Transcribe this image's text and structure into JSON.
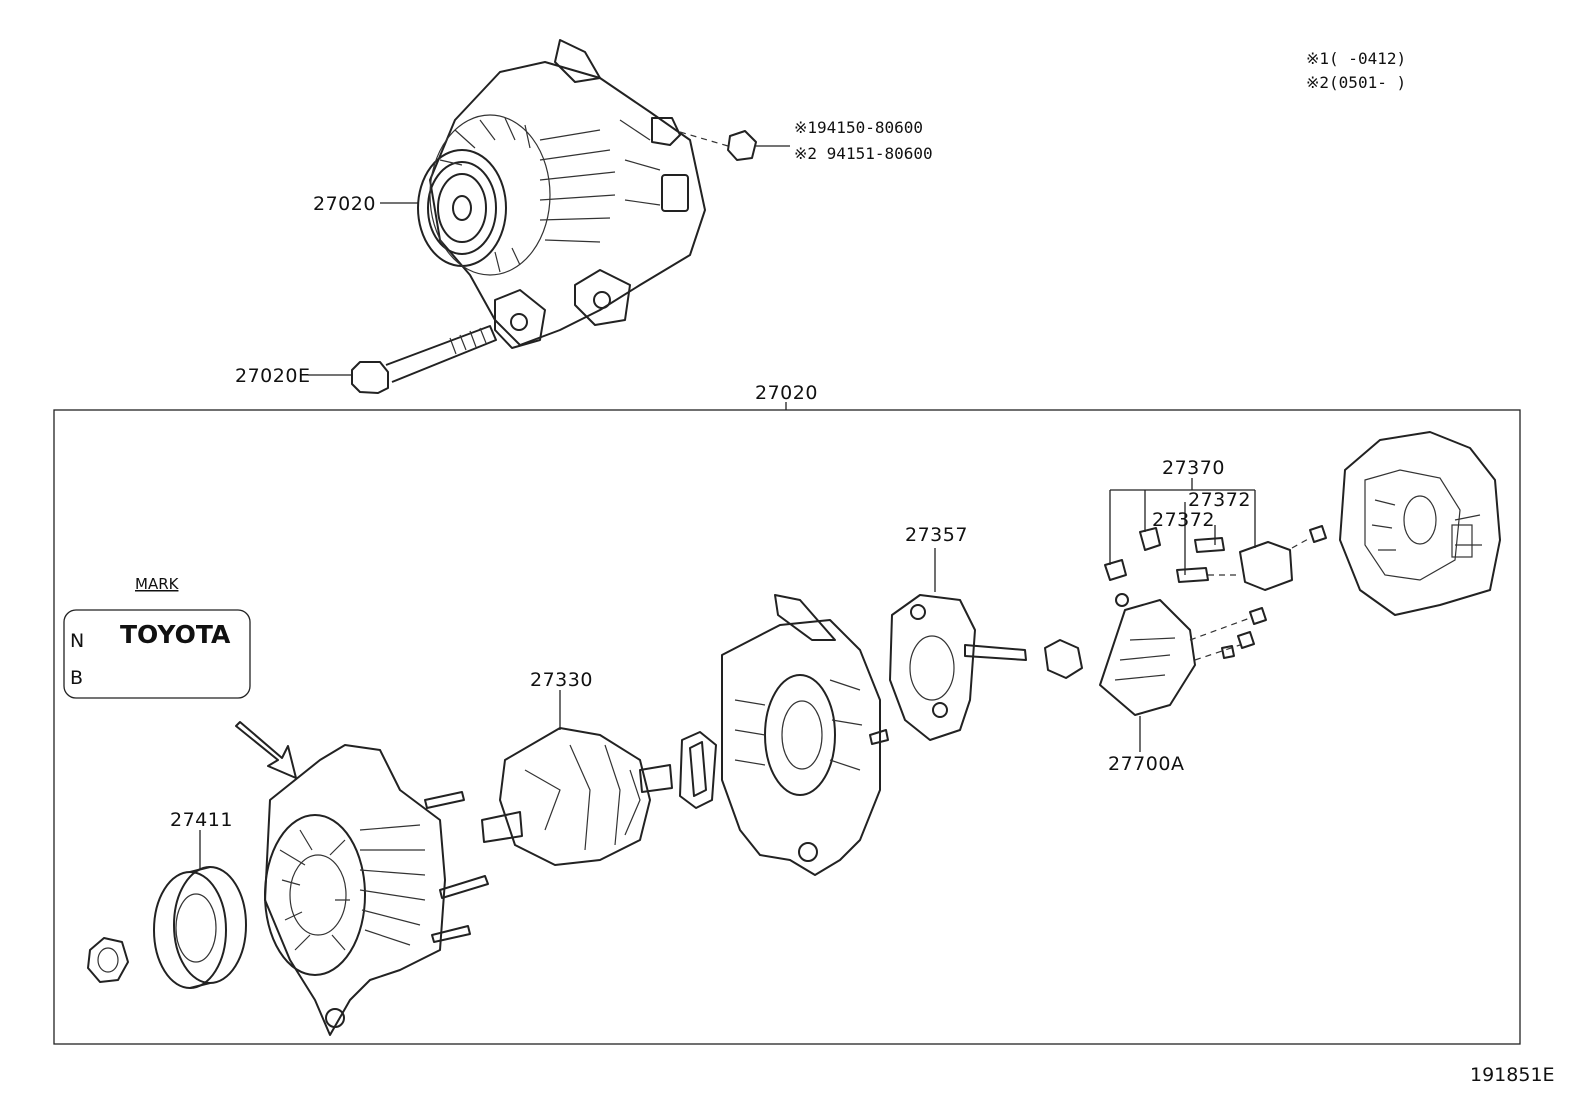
{
  "notes": {
    "note1": "※1(     -0412)",
    "note2": "※2(0501-     )"
  },
  "callouts": {
    "alternator_assy": "27020",
    "bolt": "27020E",
    "nut_1": "※194150-80600",
    "nut_2": "※2 94151-80600",
    "assy_group": "27020",
    "frame_drive_end": "27411",
    "rotor": "27330",
    "brush_holder": "27357",
    "brush_group": "27370",
    "brush_a": "27372",
    "brush_b": "27372",
    "regulator": "27700A"
  },
  "mark": {
    "heading": "MARK",
    "brand": "TOYOTA",
    "code_top": "N",
    "code_bottom": "B"
  },
  "catalog_number": "191851E"
}
